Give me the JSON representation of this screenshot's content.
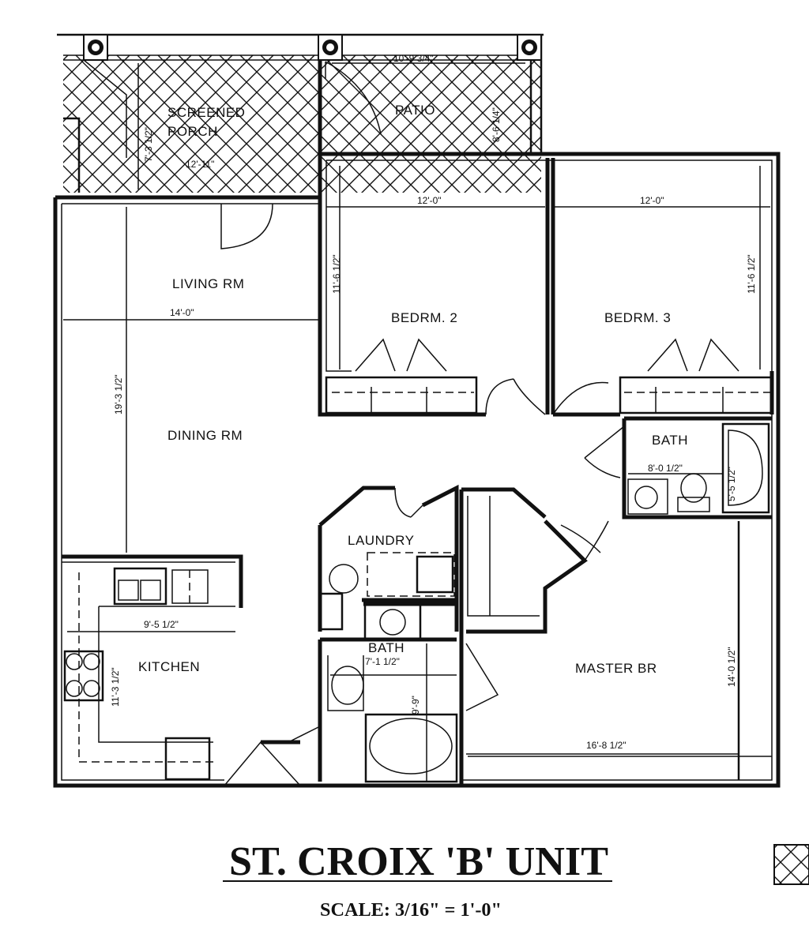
{
  "plan": {
    "title": "ST. CROIX 'B' UNIT",
    "scale": "SCALE: 3/16\" = 1'-0\"",
    "rooms": {
      "screened_porch": "SCREENED\nPORCH",
      "patio": "PATIO",
      "living": "LIVING RM",
      "dining": "DINING RM",
      "kitchen": "KITCHEN",
      "laundry": "LAUNDRY",
      "bath1": "BATH",
      "bath2": "BATH",
      "bed2": "BEDRM. 2",
      "bed3": "BEDRM. 3",
      "master": "MASTER BR"
    },
    "dimensions": {
      "patio_w": "10'-9 3/4\"",
      "patio_h": "8'-6 1/4\"",
      "porch_h": "7'-3 1/2\"",
      "porch_w": "12'-11\"",
      "bed2_w": "12'-0\"",
      "bed2_h": "11'-6 1/2\"",
      "bed3_w": "12'-0\"",
      "bed3_h": "11'-6 1/2\"",
      "living_w": "14'-0\"",
      "living_dining_h": "19'-3 1/2\"",
      "kitchen_w": "9'-5 1/2\"",
      "kitchen_h": "11'-3 1/2\"",
      "bath2_w": "8'-0 1/2\"",
      "bath2_h": "5'-5 1/2\"",
      "bath1_w": "7'-1 1/2\"",
      "bath1_h": "9'-9\"",
      "master_w": "16'-8 1/2\"",
      "master_h": "14'-0 1/2\""
    }
  }
}
